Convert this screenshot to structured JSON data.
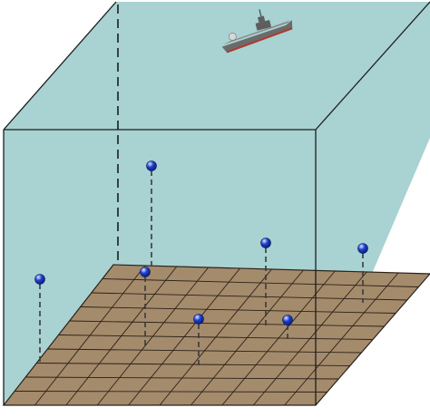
{
  "scene": {
    "subject": "ship-above-sensor-array",
    "colors": {
      "water": "#a9d2d2",
      "water_side": "#a4cfd0",
      "edge": "#1d1d1d",
      "seabed": "#a48b6c",
      "seabed_grid": "#2b2118",
      "buoy": "#1c3fd0",
      "buoy_highlight": "#dfe8ff",
      "tether": "#3a3a3a",
      "ship_hull": "#6b6b6b",
      "ship_deck": "#8a8a8a",
      "ship_trim": "#b03a2e"
    },
    "seabed_grid": {
      "rows": 10,
      "cols": 10
    },
    "buoy_count": 7
  }
}
